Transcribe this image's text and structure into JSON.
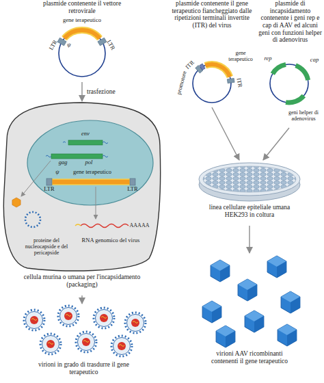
{
  "diagram": {
    "nodes": [
      {
        "text": [
          "plasmide contenente il vettore retrovirale"
        ]
      },
      {
        "text": [
          "cellula murina o umana per l'incapsidamento (packaging)"
        ]
      },
      {
        "text": [
          "virioni in grado di trasdurre il gene terapeutico"
        ]
      },
      {
        "text": [
          "plasmide contenente il gene terapeutico fiancheggiato dalle ripetizioni terminali invertite (ITR) del virus"
        ]
      },
      {
        "text": [
          "plasmide di incapsidamento contenente i geni rep e cap di AAV ed alcuni geni con funzioni helper di adenovirus"
        ]
      },
      {
        "text": [
          "linea cellulare epiteliale umana HEK293 in coltura"
        ]
      },
      {
        "text": [
          "virioni AAV ricombinanti contenenti il gene terapeutico"
        ]
      }
    ],
    "edges": [
      {
        "from": 0,
        "to": 1,
        "label": "trasfezione",
        "arrow": "to"
      },
      {
        "from": 1,
        "to": 2,
        "arrow": "to"
      },
      {
        "from": 3,
        "to": 5,
        "arrow": "to"
      },
      {
        "from": 4,
        "to": 5,
        "arrow": "to"
      },
      {
        "from": 5,
        "to": 6,
        "arrow": "to"
      }
    ],
    "labels": [
      "LTR",
      "ψ",
      "gene terapeutico",
      "LTR",
      "env",
      "gag",
      "pol",
      "ψ",
      "gene terapeutico",
      "LTR",
      "LTR",
      "proteine del nucleocapside e del pericapside",
      "RNA genomico del virus",
      "AAAAA",
      "ITR",
      "promotore",
      "gene terapeutico",
      "ITR",
      "rep",
      "cap",
      "geni helper di adenovirus"
    ]
  }
}
